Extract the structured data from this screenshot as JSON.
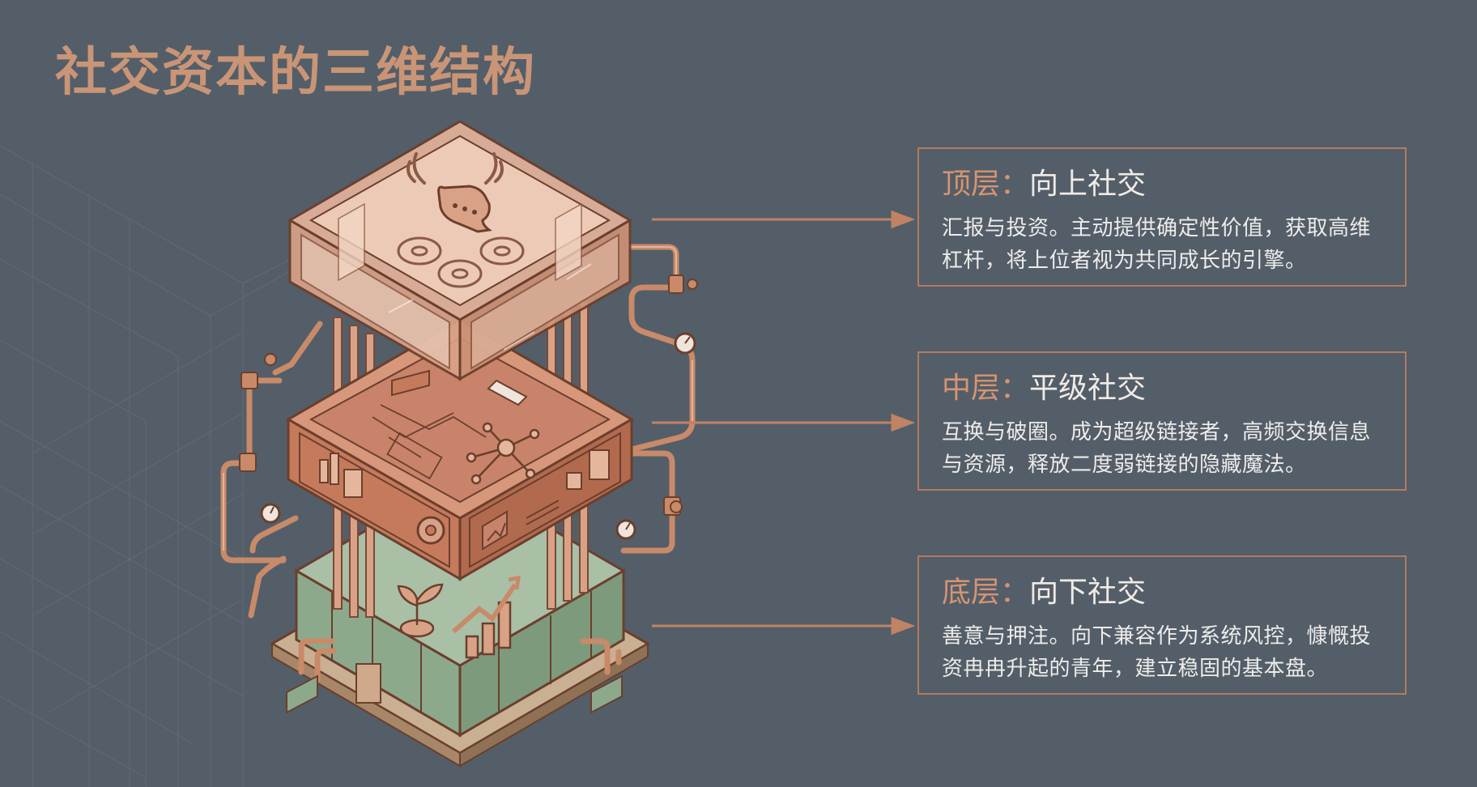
{
  "title": "社交资本的三维结构",
  "colors": {
    "background": "#535e69",
    "accent": "#c99576",
    "copper": "#c57a5c",
    "glass": "#d9a287",
    "base_green": "#8da98c"
  },
  "layers": [
    {
      "level": "顶层",
      "separator": "：",
      "name": "向上社交",
      "description": "汇报与投资。主动提供确定性价值，获取高维杠杆，将上位者视为共同成长的引擎。"
    },
    {
      "level": "中层",
      "separator": "：",
      "name": "平级社交",
      "description": "互换与破圈。成为超级链接者，高频交换信息与资源，释放二度弱链接的隐藏魔法。"
    },
    {
      "level": "底层",
      "separator": "：",
      "name": "向下社交",
      "description": "善意与押注。向下兼容作为系统风控，慷慨投资冉冉升起的青年，建立稳固的基本盘。"
    }
  ],
  "icons": [
    "wifi-icon",
    "chat-bubble-icon",
    "gears-icon",
    "network-icon",
    "sprout-icon",
    "growth-chart-icon",
    "pressure-gauge-icon",
    "valve-icon"
  ]
}
